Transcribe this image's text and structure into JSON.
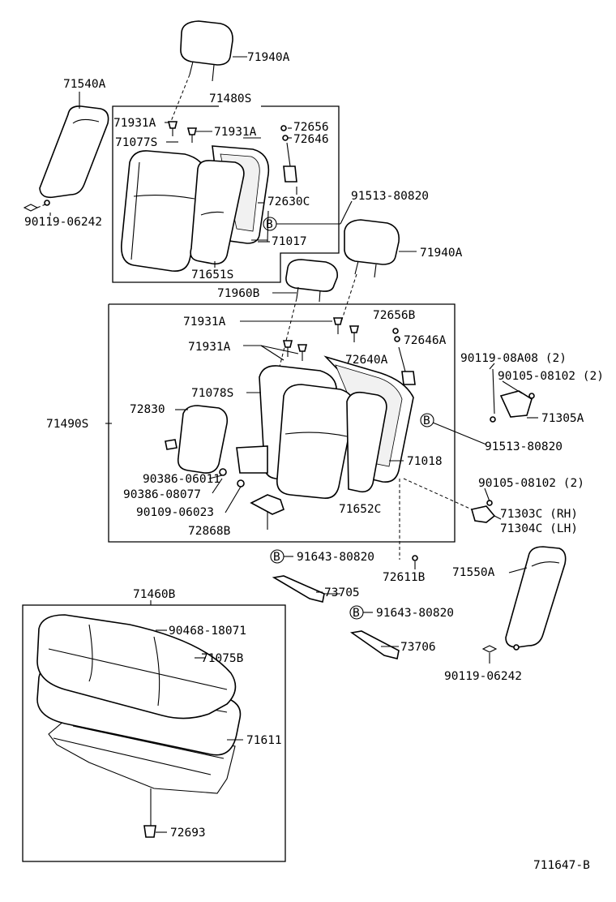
{
  "labels": {
    "hr_71940A_top": "71940A",
    "cushion_71540A": "71540A",
    "assy_71480S": "71480S",
    "bolt_71931A_a": "71931A",
    "bolt_71931A_b": "71931A",
    "pad_71077S": "71077S",
    "part_72656": "72656",
    "part_72646": "72646",
    "part_72630C": "72630C",
    "part_91513_80820_a": "91513-80820",
    "part_71017": "71017",
    "bolt_90119_06242_a": "90119-06242",
    "cover_71651S": "71651S",
    "hr_71940A_right": "71940A",
    "hr_71960B": "71960B",
    "bolt_71931A_c": "71931A",
    "part_72656B": "72656B",
    "part_72646A": "72646A",
    "bolt_71931A_d": "71931A",
    "part_72640A": "72640A",
    "bolt_90119_08A08": "90119-08A08 (2)",
    "bolt_90105_08102_a": "90105-08102 (2)",
    "pad_71078S": "71078S",
    "hinge_71305A": "71305A",
    "armrest_72830": "72830",
    "assy_71490S": "71490S",
    "part_91513_80820_b": "91513-80820",
    "part_71018": "71018",
    "part_90386_06011": "90386-06011",
    "bolt_90105_08102_b": "90105-08102 (2)",
    "part_90386_08077": "90386-08077",
    "bolt_90109_06023": "90109-06023",
    "cover_71652C": "71652C",
    "hinge_71303C": "71303C (RH)",
    "hinge_71304C": "71304C (LH)",
    "part_72868B": "72868B",
    "part_91643_80820_a": "91643-80820",
    "part_72611B": "72611B",
    "cushion_71550A": "71550A",
    "part_73705": "73705",
    "assy_71460B": "71460B",
    "part_91643_80820_b": "91643-80820",
    "part_90468_18071": "90468-18071",
    "part_73706": "73706",
    "pad_71075B": "71075B",
    "bolt_90119_06242_b": "90119-06242",
    "frame_71611": "71611",
    "part_72693": "72693",
    "figure_id": "711647-B",
    "ref_B": "B"
  }
}
